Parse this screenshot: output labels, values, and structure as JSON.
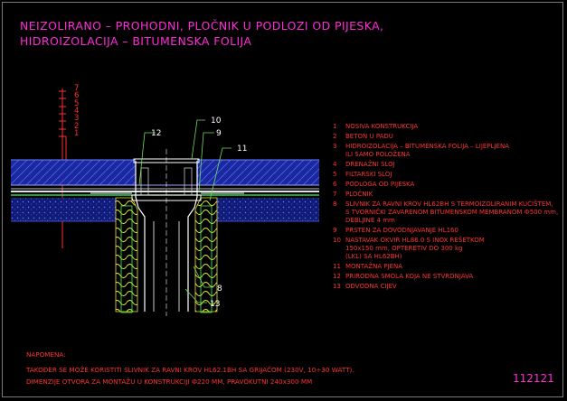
{
  "title": {
    "line1": "NEIZOLIRANO – PROHODNI, PLOČNIK U PODLOZI OD PIJESKA,",
    "line2": "HIDROIZOLACIJA – BITUMENSKA FOLIJA"
  },
  "layer_scale": [
    "7",
    "6",
    "5",
    "4",
    "3",
    "2",
    "1"
  ],
  "callouts": {
    "c12": "12",
    "c10": "10",
    "c9": "9",
    "c11": "11",
    "c8": "8",
    "c13": "13"
  },
  "legend": [
    {
      "num": "1",
      "text": "NOSIVA KONSTRUKCIJA"
    },
    {
      "num": "2",
      "text": "BETON U PADU"
    },
    {
      "num": "3",
      "text": "HIDROIZOLACIJA – BITUMENSKA FOLIJA – LIJEPLJENA\nILI SAMO POLOŽENA"
    },
    {
      "num": "4",
      "text": "DRENAŽNI SLOJ"
    },
    {
      "num": "5",
      "text": "FILTARSKI SLOJ"
    },
    {
      "num": "6",
      "text": "PODLOGA OD PIJESKA"
    },
    {
      "num": "7",
      "text": "PLOČNIK"
    },
    {
      "num": "8",
      "text": "SLIVNIK ZA RAVNI KROV HL62BH S TERMOIZOLIRANIM KUĆIŠTEM,\nS TVORNIČKI ZAVARENOM BITUMENSKOM MEMBRANOM Ф500 mm,\nDEBLJINE 4 mm"
    },
    {
      "num": "9",
      "text": "PRSTEN ZA DOVODNJAVANJE HL160"
    },
    {
      "num": "10",
      "text": "NASTAVAK OKVIR HL86.0 S INOX REŠETKOM\n150x150 mm, OPTERETIV DO 300 kg\n(LKL) SA HL62BH)"
    },
    {
      "num": "11",
      "text": "MONTAŽNA PJENA"
    },
    {
      "num": "12",
      "text": "PRIRODNA SMOLA KOJA NE STVRDNJAVA"
    },
    {
      "num": "13",
      "text": "ODVODNA CIJEV"
    }
  ],
  "note": {
    "heading": "NAPOMENA:",
    "line1": "TAKOĐER SE MOŽE KORISTITI SLIVNIK ZA RAVNI KROV HL62.1BH SA GRIJAČOM (230V, 10÷30 WATT).",
    "line2": "DIMENZIJE OTVORA ZA MONTAŽU U KONSTRUKCIJI Ф220 MM, PRAVOKUTNI 240x300 MM"
  },
  "sheet_number": "112121",
  "colors": {
    "title": "#ff2bd6",
    "legend": "#ff3333",
    "concrete_blue": "#3c4bbf",
    "insulation_yellow": "#e9e23a",
    "drain_white": "#ffffff",
    "callout_green": "#6ee05a",
    "scale_red": "#ff3030",
    "frame_grey": "#7a7a7a"
  }
}
